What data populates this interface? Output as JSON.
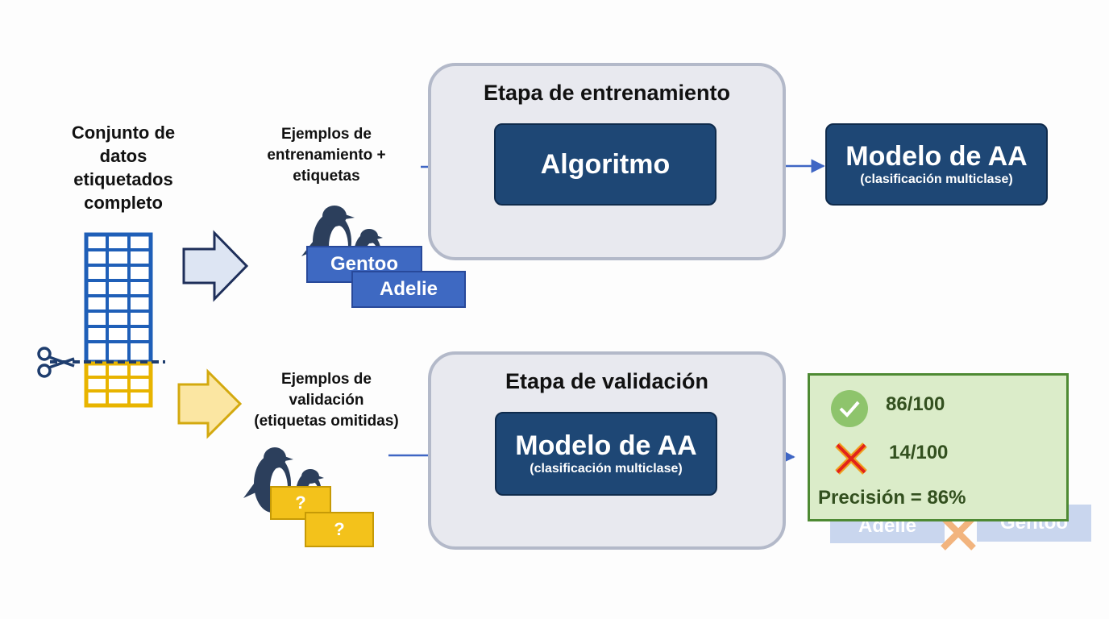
{
  "dataset": {
    "label": "Conjunto de datos etiquetados completo",
    "lines": [
      "Conjunto de",
      "datos",
      "etiquetados",
      "completo"
    ],
    "train_color": "#1f5fb8",
    "validation_color": "#e8b400"
  },
  "training": {
    "examples_lines": [
      "Ejemplos de",
      "entrenamiento +",
      "etiquetas"
    ],
    "stage_title": "Etapa de entrenamiento",
    "algorithm_label": "Algoritmo",
    "tags": [
      "Gentoo",
      "Adelie"
    ],
    "output_model": {
      "title": "Modelo de AA",
      "subtitle": "(clasificación multiclase)"
    }
  },
  "validation": {
    "examples_lines": [
      "Ejemplos de",
      "validación",
      "(etiquetas omitidas)"
    ],
    "stage_title": "Etapa de validación",
    "model": {
      "title": "Modelo de AA",
      "subtitle": "(clasificación multiclase)"
    },
    "tags": [
      "?",
      "?"
    ],
    "results": {
      "correct": "86/100",
      "incorrect": "14/100",
      "accuracy": "Precisión = 86%"
    },
    "faded_tags": [
      "Adelie",
      "Gentoo"
    ]
  },
  "colors": {
    "navy": "#1e4775",
    "stage_fill": "#e8e9ef",
    "result_fill": "#dbecc9",
    "result_border": "#4e8a33",
    "arrow": "#3f66c4"
  }
}
